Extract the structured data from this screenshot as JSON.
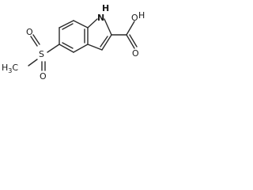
{
  "molecule": {
    "atoms": {
      "nitrogen": "N",
      "hydrogen": "H",
      "carboxyl_oxygen_top": "O",
      "carboxyl_oxygen_bottom": "O",
      "carboxyl_hydrogen": "H",
      "sulfur": "S",
      "sulfonyl_oxygen_left": "O",
      "sulfonyl_oxygen_bottom": "O",
      "methyl_carbon": "C",
      "methyl_hydrogen": "H",
      "methyl_count": "3"
    }
  }
}
